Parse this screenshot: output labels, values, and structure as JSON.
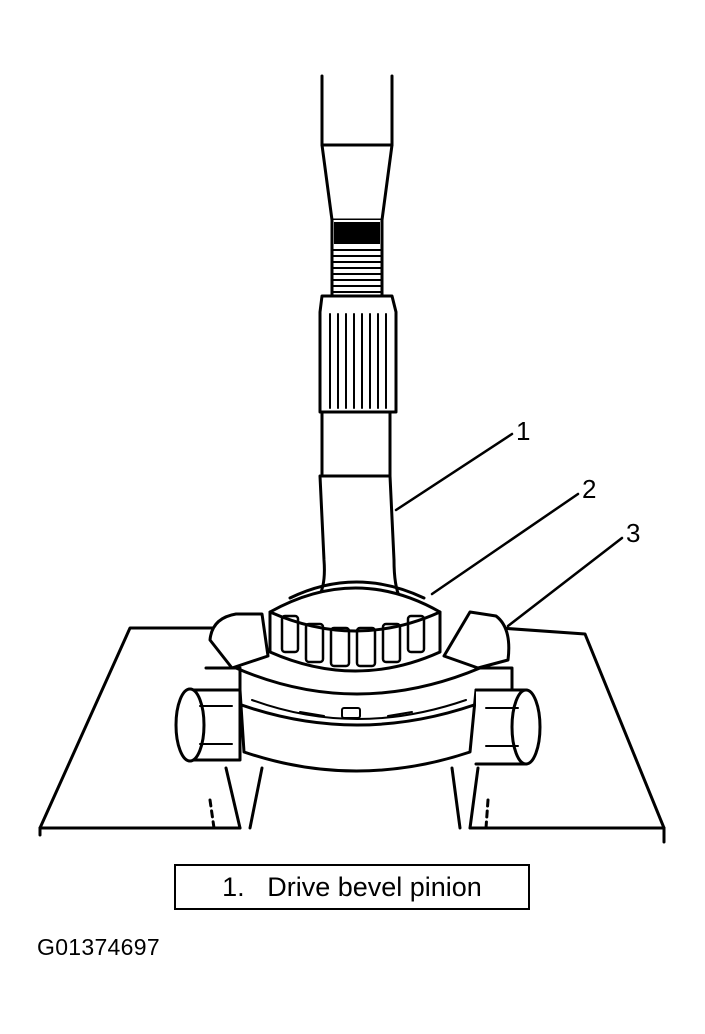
{
  "callouts": [
    "1",
    "2",
    "3"
  ],
  "legend": {
    "number": "1.",
    "text": "Drive bevel pinion"
  },
  "figure_id": "G01374697"
}
